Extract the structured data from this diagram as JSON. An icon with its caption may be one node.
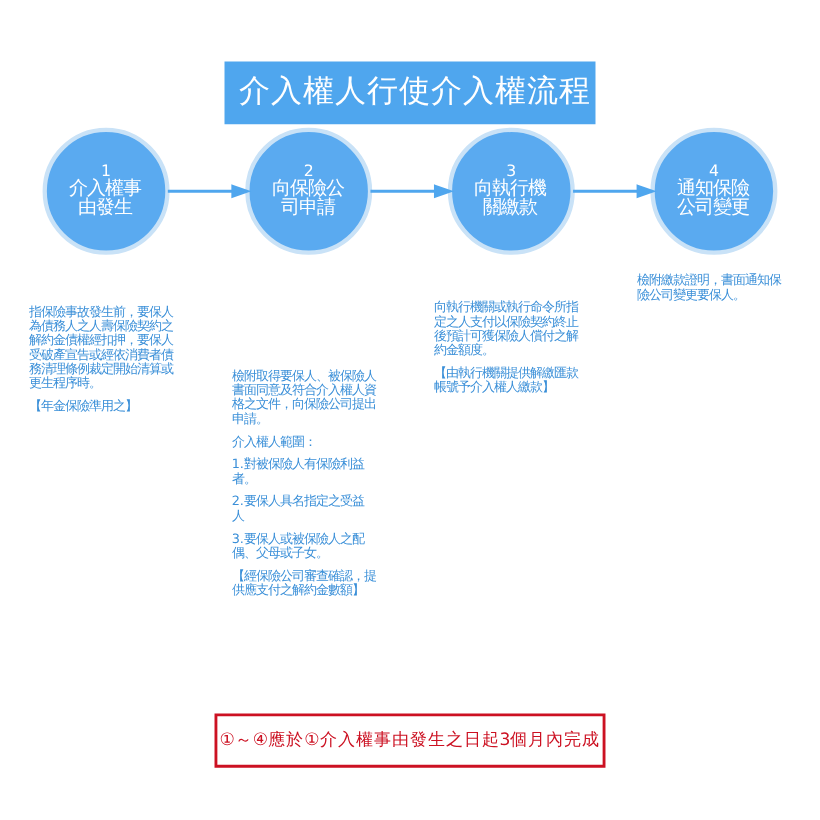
{
  "diagram": {
    "title": "介入權人行使介入權流程",
    "nodes": [
      {
        "text": [
          "1",
          "介入權事由發生"
        ],
        "beside": [
          "指保險事故發生前，要保人為債務人之人壽保險契約之解約金債權經扣押，要保人受破產宣告或經依消費者債務清理條例裁定開始清算或更生程序時。",
          "【年金保險準用之】"
        ]
      },
      {
        "text": [
          "2",
          "向保險公司申請"
        ],
        "beside": [
          "檢附取得要保人、被保險人書面同意及符合介入權人資格之文件，向保險公司提出申請。",
          "介入權人範圍：",
          "1.對被保險人有保險利益者。",
          "2.要保人具名指定之受益人",
          "3.要保人或被保險人之配偶、父母或子女。",
          "【經保險公司審查確認，提供應支付之解約金數額】"
        ]
      },
      {
        "text": [
          "3",
          "向執行機關繳款"
        ],
        "beside": [
          "向執行機關或執行命令所指定之人支付以保險契約終止後預計可獲保險人償付之解約金額度。",
          "【由執行機關提供解繳匯款帳號予介入權人繳款】"
        ]
      },
      {
        "text": [
          "4",
          "通知保險公司變更"
        ],
        "beside": [
          "檢附繳款證明，書面通知保險公司變更要保人。"
        ]
      }
    ],
    "edges": [
      {
        "from": 0,
        "to": 1,
        "arrow": "to"
      },
      {
        "from": 1,
        "to": 2,
        "arrow": "to"
      },
      {
        "from": 2,
        "to": 3,
        "arrow": "to"
      }
    ],
    "labels": [
      "①～④應於①介入權事由發生之日起3個月內完成"
    ]
  }
}
